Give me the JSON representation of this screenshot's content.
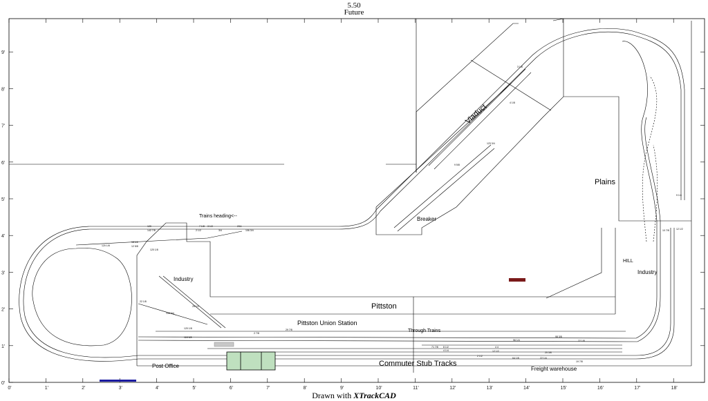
{
  "header": {
    "scale": "5.50",
    "layout_name": "Future"
  },
  "footer": {
    "prefix": "Drawn with ",
    "app": "XTrackCAD"
  },
  "axes": {
    "x_ticks": [
      "0'",
      "1'",
      "2'",
      "3'",
      "4'",
      "5'",
      "6'",
      "7'",
      "8'",
      "9'",
      "10'",
      "11'",
      "12'",
      "13'",
      "14'",
      "15'",
      "16'",
      "17'",
      "18'"
    ],
    "y_ticks": [
      "0'",
      "1'",
      "2'",
      "3'",
      "4'",
      "5'",
      "6'",
      "7'",
      "8'",
      "9'"
    ]
  },
  "labels": {
    "trains_heading": "Trains heading<--",
    "viaduct": "Viaduct",
    "breaker": "Breaker",
    "plains": "Plains",
    "hill": "HILL",
    "industry_right": "Industry",
    "industry_left": "Industry",
    "pittston": "Pittston",
    "union_station": "Pittston Union Station",
    "through_trains": "Through Trains",
    "post_office": "Post Office",
    "commuter": "Commuter Stub Tracks",
    "freight": "Freight warehouse"
  },
  "rail_labels": [
    "120",
    "7 1/8",
    "3 1/2",
    "2/11",
    "142 7/8",
    "2 1/2",
    "3/4",
    "106 3/4",
    "120 1/8",
    "18 1/2",
    "12 5/8",
    "120 1/8",
    "22 1/8",
    "25 1/2",
    "106 3/4",
    "2 7/8",
    "29 7/8",
    "120 1/8",
    "118 3/8",
    "98 3/8",
    "22 1/8",
    "8 1/2",
    "4 1/4",
    "2 1/2",
    "12 1/2",
    "71 7/8",
    "4 4",
    "25 3/8",
    "22 1/4",
    "19 7/8",
    "64 1/8",
    "96 1/4",
    "3 1/8",
    "4 1/8",
    "123 3/4",
    "9 5/8",
    "12 1/2",
    "10 7/8",
    "9 1/4"
  ]
}
